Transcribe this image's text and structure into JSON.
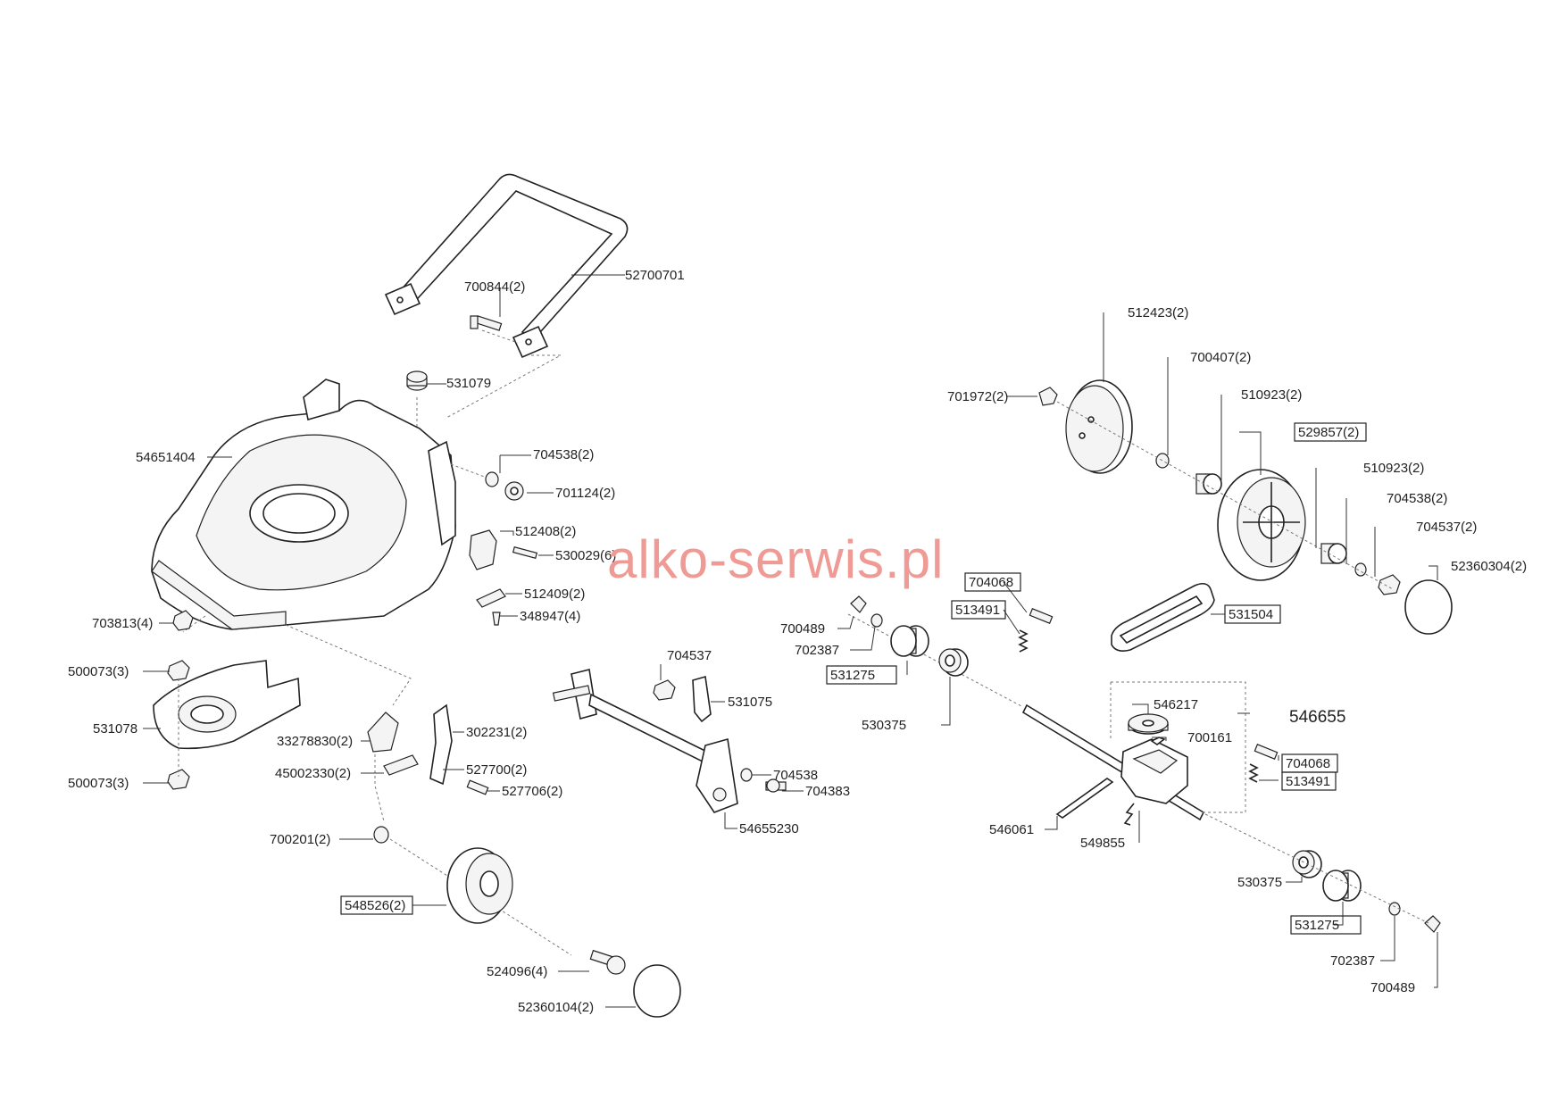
{
  "watermark": "alko-serwis.pl",
  "parts": [
    {
      "id": "52700701",
      "boxed": false
    },
    {
      "id": "700844(2)",
      "boxed": false
    },
    {
      "id": "531079",
      "boxed": false
    },
    {
      "id": "54651404",
      "boxed": false
    },
    {
      "id": "704538(2)",
      "boxed": false
    },
    {
      "id": "701124(2)",
      "boxed": false
    },
    {
      "id": "512408(2)",
      "boxed": false
    },
    {
      "id": "530029(6)",
      "boxed": false
    },
    {
      "id": "512409(2)",
      "boxed": false
    },
    {
      "id": "348947(4)",
      "boxed": false
    },
    {
      "id": "703813(4)",
      "boxed": false
    },
    {
      "id": "500073(3)",
      "boxed": false
    },
    {
      "id": "531078",
      "boxed": false
    },
    {
      "id": "500073(3)",
      "boxed": false
    },
    {
      "id": "33278830(2)",
      "boxed": false
    },
    {
      "id": "302231(2)",
      "boxed": false
    },
    {
      "id": "45002330(2)",
      "boxed": false
    },
    {
      "id": "527700(2)",
      "boxed": false
    },
    {
      "id": "527706(2)",
      "boxed": false
    },
    {
      "id": "700201(2)",
      "boxed": false
    },
    {
      "id": "548526(2)",
      "boxed": true
    },
    {
      "id": "524096(4)",
      "boxed": false
    },
    {
      "id": "52360104(2)",
      "boxed": false
    },
    {
      "id": "704537",
      "boxed": false
    },
    {
      "id": "531075",
      "boxed": false
    },
    {
      "id": "704538",
      "boxed": false
    },
    {
      "id": "704383",
      "boxed": false
    },
    {
      "id": "54655230",
      "boxed": false
    },
    {
      "id": "700489",
      "boxed": false
    },
    {
      "id": "702387",
      "boxed": false
    },
    {
      "id": "531275",
      "boxed": true
    },
    {
      "id": "530375",
      "boxed": false
    },
    {
      "id": "704068",
      "boxed": true
    },
    {
      "id": "513491",
      "boxed": true
    },
    {
      "id": "531504",
      "boxed": true
    },
    {
      "id": "512423(2)",
      "boxed": false
    },
    {
      "id": "700407(2)",
      "boxed": false
    },
    {
      "id": "701972(2)",
      "boxed": false
    },
    {
      "id": "510923(2)",
      "boxed": false
    },
    {
      "id": "529857(2)",
      "boxed": true
    },
    {
      "id": "510923(2)",
      "boxed": false
    },
    {
      "id": "704538(2)",
      "boxed": false
    },
    {
      "id": "704537(2)",
      "boxed": false
    },
    {
      "id": "52360304(2)",
      "boxed": false
    },
    {
      "id": "546217",
      "boxed": false
    },
    {
      "id": "546655",
      "boxed": false
    },
    {
      "id": "700161",
      "boxed": false
    },
    {
      "id": "704068",
      "boxed": true
    },
    {
      "id": "513491",
      "boxed": true
    },
    {
      "id": "546061",
      "boxed": false
    },
    {
      "id": "549855",
      "boxed": false
    },
    {
      "id": "530375",
      "boxed": false
    },
    {
      "id": "531275",
      "boxed": true
    },
    {
      "id": "702387",
      "boxed": false
    },
    {
      "id": "700489",
      "boxed": false
    }
  ]
}
